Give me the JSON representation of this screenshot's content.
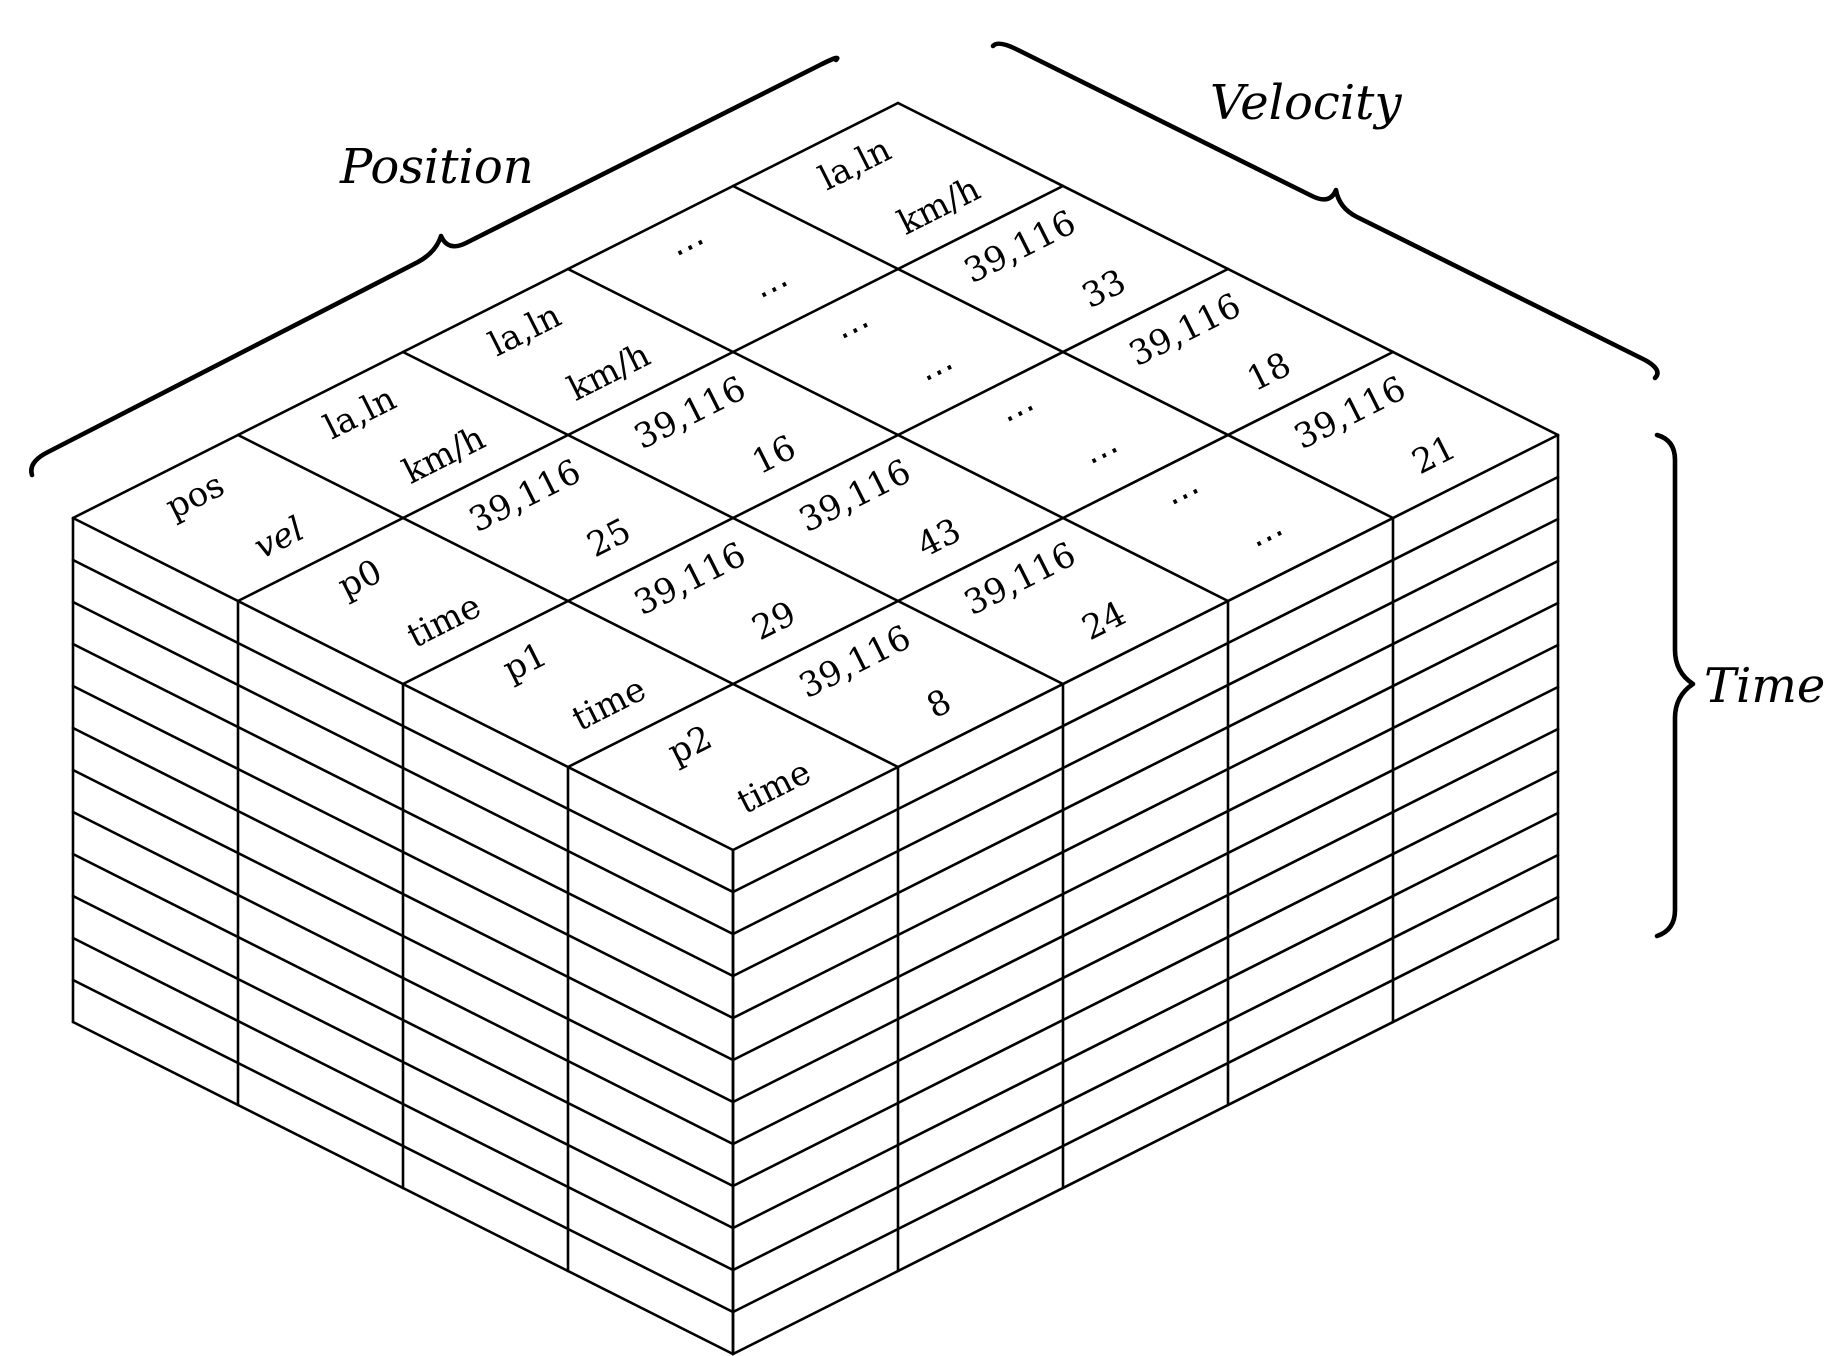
{
  "axes": {
    "position_label": "Position",
    "velocity_label": "Velocity",
    "time_label": "Time"
  },
  "cells": [
    {
      "row": 0,
      "col": 0,
      "line1": "pos",
      "line2": "vel",
      "italic2": true
    },
    {
      "row": 0,
      "col": 1,
      "line1": "la,ln",
      "line2": "km/h",
      "italic2": false
    },
    {
      "row": 0,
      "col": 2,
      "line1": "la,ln",
      "line2": "km/h",
      "italic2": false
    },
    {
      "row": 0,
      "col": 3,
      "line1": "⋯",
      "line2": "⋯",
      "italic2": false
    },
    {
      "row": 0,
      "col": 4,
      "line1": "la,ln",
      "line2": "km/h",
      "italic2": false
    },
    {
      "row": 1,
      "col": 0,
      "line1": "p0",
      "line2": "time",
      "italic2": false
    },
    {
      "row": 1,
      "col": 1,
      "line1": "39,116",
      "line2": "25",
      "italic2": false
    },
    {
      "row": 1,
      "col": 2,
      "line1": "39,116",
      "line2": "16",
      "italic2": false
    },
    {
      "row": 1,
      "col": 3,
      "line1": "⋯",
      "line2": "⋯",
      "italic2": false
    },
    {
      "row": 1,
      "col": 4,
      "line1": "39,116",
      "line2": "33",
      "italic2": false
    },
    {
      "row": 2,
      "col": 0,
      "line1": "p1",
      "line2": "time",
      "italic2": false
    },
    {
      "row": 2,
      "col": 1,
      "line1": "39,116",
      "line2": "29",
      "italic2": false
    },
    {
      "row": 2,
      "col": 2,
      "line1": "39,116",
      "line2": "43",
      "italic2": false
    },
    {
      "row": 2,
      "col": 3,
      "line1": "⋯",
      "line2": "⋯",
      "italic2": false
    },
    {
      "row": 2,
      "col": 4,
      "line1": "39,116",
      "line2": "18",
      "italic2": false
    },
    {
      "row": 3,
      "col": 0,
      "line1": "p2",
      "line2": "time",
      "italic2": false
    },
    {
      "row": 3,
      "col": 1,
      "line1": "39,116",
      "line2": "8",
      "italic2": false
    },
    {
      "row": 3,
      "col": 2,
      "line1": "39,116",
      "line2": "24",
      "italic2": false
    },
    {
      "row": 3,
      "col": 3,
      "line1": "⋯",
      "line2": "⋯",
      "italic2": false
    },
    {
      "row": 3,
      "col": 4,
      "line1": "39,116",
      "line2": "21",
      "italic2": false
    }
  ]
}
